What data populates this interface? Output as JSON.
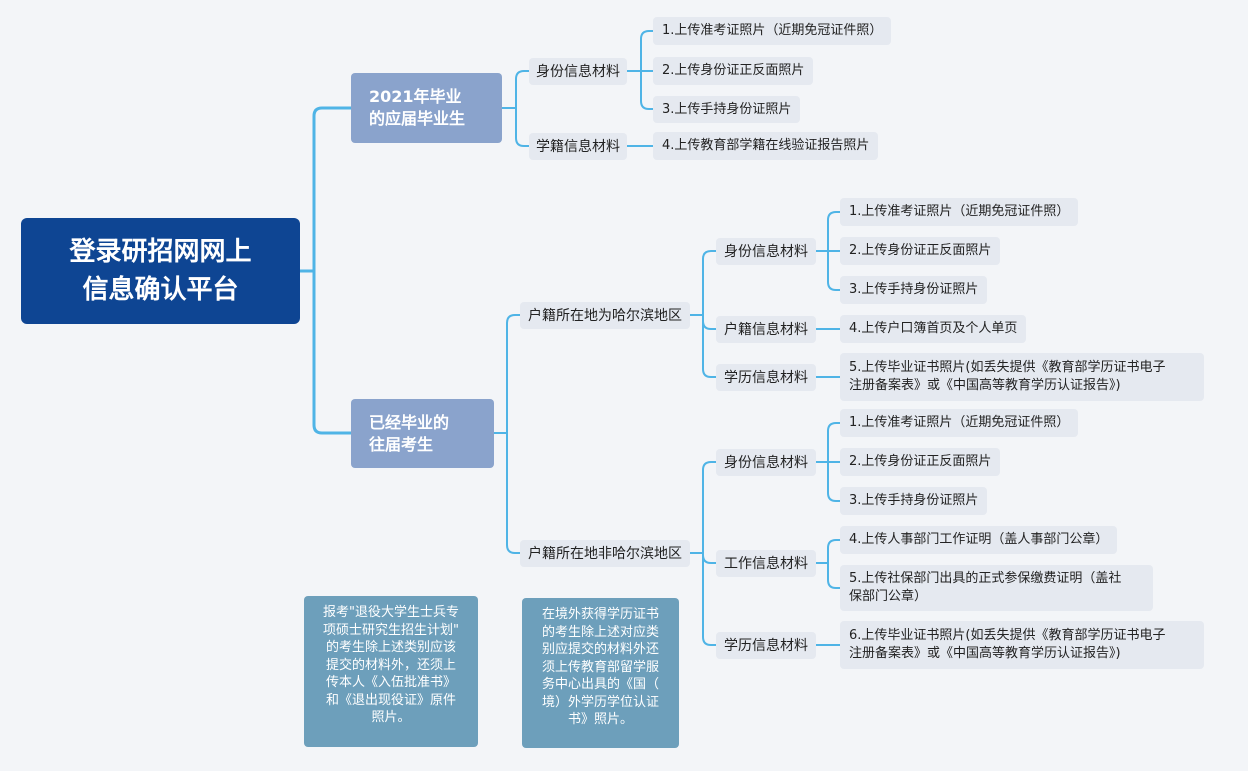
{
  "root": {
    "title": "登录研招网网上\n信息确认平台"
  },
  "grad2021": {
    "title": "2021年毕业\n的应届毕业生",
    "identity": {
      "label": "身份信息材料",
      "items": [
        "1.上传准考证照片（近期免冠证件照）",
        "2.上传身份证正反面照片",
        "3.上传手持身份证照片"
      ]
    },
    "school": {
      "label": "学籍信息材料",
      "items": [
        "4.上传教育部学籍在线验证报告照片"
      ]
    }
  },
  "past": {
    "title": "已经毕业的\n往届考生",
    "harbin": {
      "label": "户籍所在地为哈尔滨地区",
      "identity": {
        "label": "身份信息材料",
        "items": [
          "1.上传准考证照片（近期免冠证件照）",
          "2.上传身份证正反面照片",
          "3.上传手持身份证照片"
        ]
      },
      "household": {
        "label": "户籍信息材料",
        "items": [
          "4.上传户口簿首页及个人单页"
        ]
      },
      "education": {
        "label": "学历信息材料",
        "items": [
          "5.上传毕业证书照片(如丢失提供《教育部学历证书电子\n注册备案表》或《中国高等教育学历认证报告》)"
        ]
      }
    },
    "nonharbin": {
      "label": "户籍所在地非哈尔滨地区",
      "identity": {
        "label": "身份信息材料",
        "items": [
          "1.上传准考证照片（近期免冠证件照）",
          "2.上传身份证正反面照片",
          "3.上传手持身份证照片"
        ]
      },
      "work": {
        "label": "工作信息材料",
        "items": [
          "4.上传人事部门工作证明（盖人事部门公章）",
          "5.上传社保部门出具的正式参保缴费证明（盖社\n保部门公章）"
        ]
      },
      "education": {
        "label": "学历信息材料",
        "items": [
          "6.上传毕业证书照片(如丢失提供《教育部学历证书电子\n注册备案表》或《中国高等教育学历认证报告》)"
        ]
      }
    }
  },
  "notes": [
    "报考\"退役大学生士兵专\n项硕士研究生招生计划\"\n的考生除上述类别应该\n提交的材料外，还须上\n传本人《入伍批准书》\n和《退出现役证》原件\n照片。",
    "在境外获得学历证书\n的考生除上述对应类\n别应提交的材料外还\n须上传教育部留学服\n务中心出具的《国（\n境）外学历学位认证\n书》照片。"
  ],
  "colors": {
    "root": "#0e4593",
    "level1": "#8aa3cc",
    "node": "#e5e9f0",
    "note": "#6d9fbb",
    "line": "#4fb4e6"
  }
}
